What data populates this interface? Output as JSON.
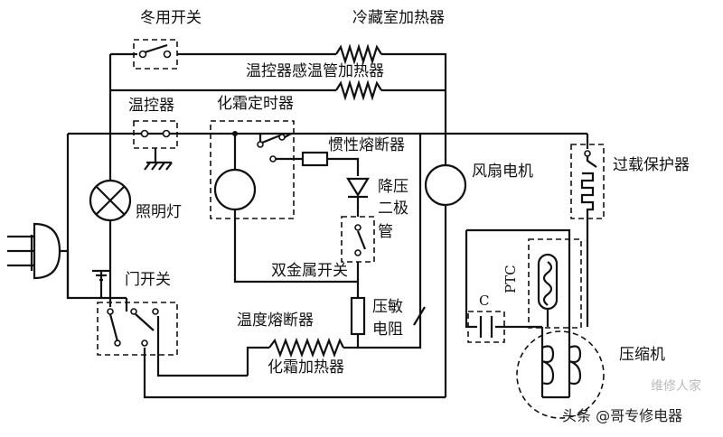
{
  "labels": {
    "winter_switch": "冬用开关",
    "fridge_heater": "冷藏室加热器",
    "thermostat_tube_heater": "温控器感温管加热器",
    "thermostat": "温控器",
    "defrost_timer": "化霜定时器",
    "inertia_fuse": "惯性熔断器",
    "light": "照明灯",
    "step_down_diode": "降压二极管",
    "bimetal_switch": "双金属开关",
    "door_switch": "门开关",
    "temp_fuse": "温度熔断器",
    "varistor": "压敏电阻",
    "defrost_heater": "化霜加热器",
    "fan_motor": "风扇电机",
    "overload_protector": "过载保护器",
    "capacitor": "C",
    "ptc": "PTC",
    "compressor": "压缩机"
  },
  "watermark": {
    "text": "头条 @哥专修电器",
    "faint": "维修人家"
  }
}
